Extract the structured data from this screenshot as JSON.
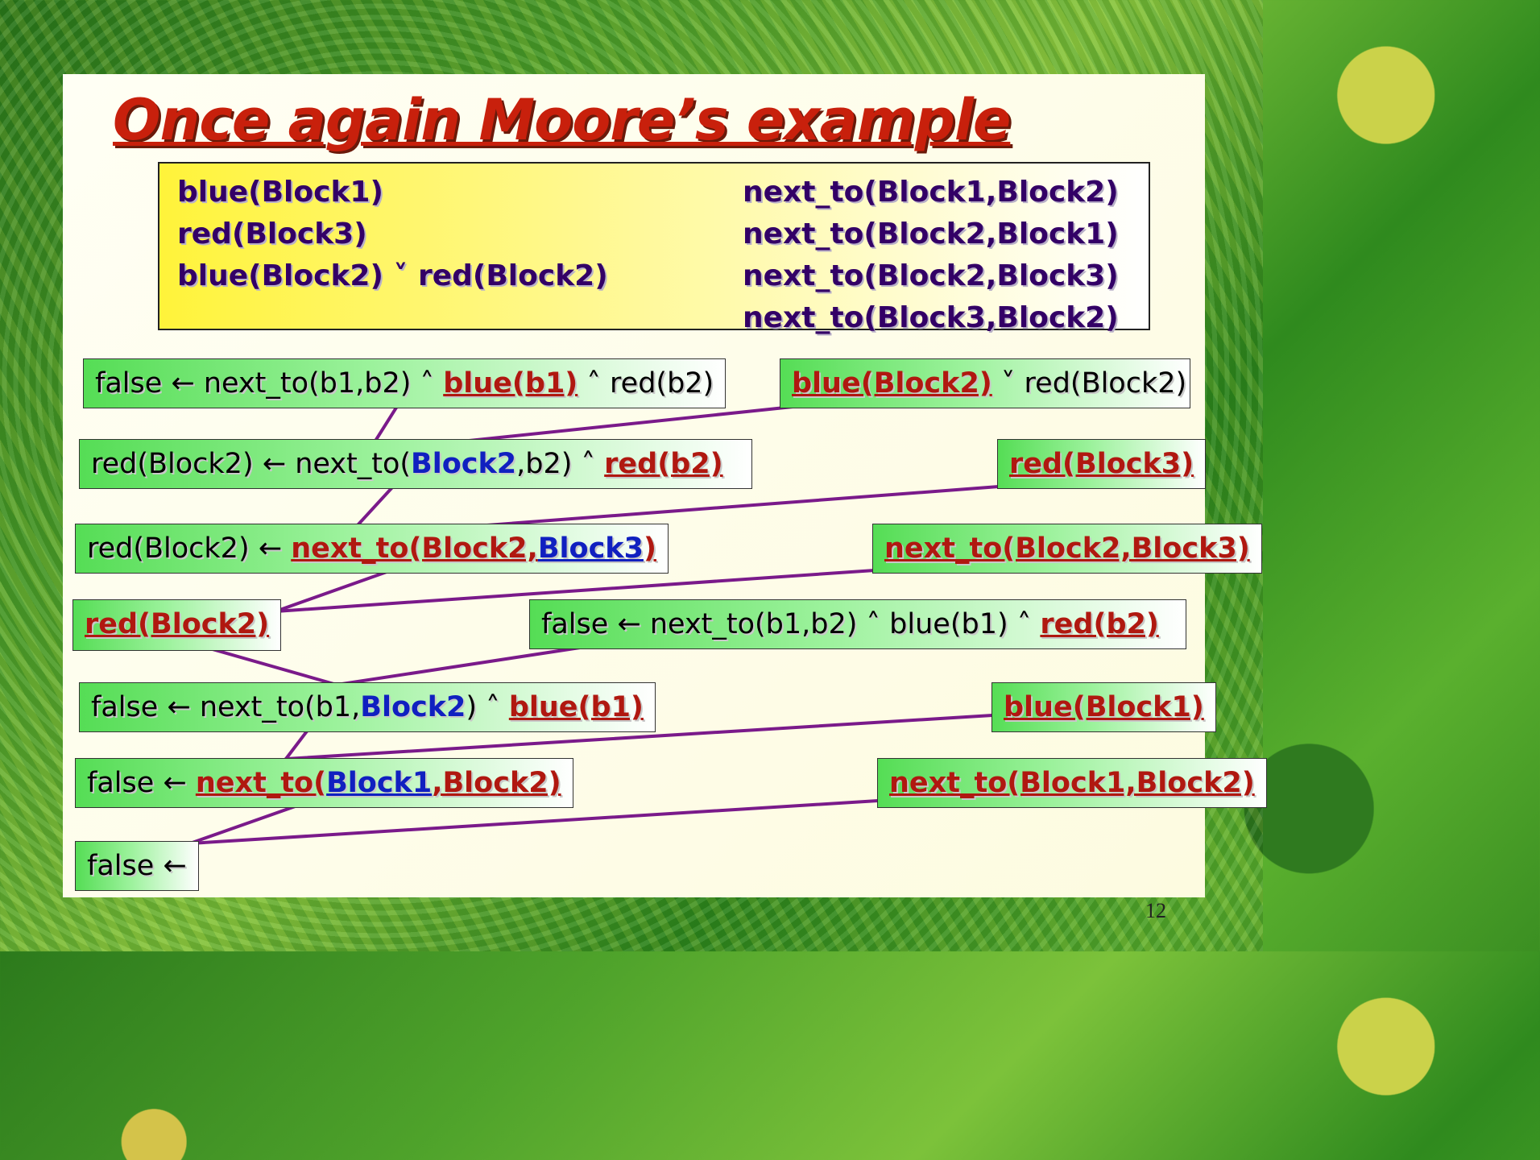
{
  "slide": {
    "title": "Once again Moore’s example",
    "page_number": "12"
  },
  "knowledge_base": {
    "left": [
      "blue(Block1)",
      "red(Block3)",
      "blue(Block2) ˅ red(Block2)"
    ],
    "right": [
      "next_to(Block1,Block2)",
      "next_to(Block2,Block1)",
      "next_to(Block2,Block3)",
      "next_to(Block3,Block2)"
    ]
  },
  "resolution_steps": [
    {
      "id": "clause1",
      "parts": [
        {
          "t": "false "
        },
        {
          "t": "←"
        },
        {
          "t": " next_to(b1,b2) ˄ "
        },
        {
          "t": "blue(b1)",
          "s": "u"
        },
        {
          "t": " ˄ red(b2)"
        }
      ]
    },
    {
      "id": "fact1",
      "parts": [
        {
          "t": "blue(Block2)",
          "s": "u"
        },
        {
          "t": " ˅ red(Block2)"
        }
      ]
    },
    {
      "id": "clause2",
      "parts": [
        {
          "t": "red(Block2) "
        },
        {
          "t": "←"
        },
        {
          "t": " next_to("
        },
        {
          "t": "Block2",
          "s": "b"
        },
        {
          "t": ",b2) ˄ "
        },
        {
          "t": "red(b2)",
          "s": "u"
        }
      ]
    },
    {
      "id": "fact2",
      "parts": [
        {
          "t": "red(Block3)",
          "s": "u"
        }
      ]
    },
    {
      "id": "clause3",
      "parts": [
        {
          "t": "red(Block2) "
        },
        {
          "t": "←"
        },
        {
          "t": " "
        },
        {
          "t": "next_to(Block2,",
          "s": "u"
        },
        {
          "t": "Block3",
          "s": "ub"
        },
        {
          "t": ")",
          "s": "u"
        }
      ]
    },
    {
      "id": "fact3",
      "parts": [
        {
          "t": "next_to(Block2,Block3)",
          "s": "u"
        }
      ]
    },
    {
      "id": "clause4",
      "parts": [
        {
          "t": "red(Block2)",
          "s": "u"
        }
      ]
    },
    {
      "id": "clause5",
      "parts": [
        {
          "t": "false "
        },
        {
          "t": "←"
        },
        {
          "t": " next_to(b1,b2) ˄ blue(b1) ˄ "
        },
        {
          "t": "red(b2)",
          "s": "u"
        }
      ]
    },
    {
      "id": "clause6",
      "parts": [
        {
          "t": "false "
        },
        {
          "t": "←"
        },
        {
          "t": " next_to(b1,"
        },
        {
          "t": "Block2",
          "s": "b"
        },
        {
          "t": ") ˄ "
        },
        {
          "t": "blue(b1)",
          "s": "u"
        }
      ]
    },
    {
      "id": "fact4",
      "parts": [
        {
          "t": "blue(Block1)",
          "s": "u"
        }
      ]
    },
    {
      "id": "clause7",
      "parts": [
        {
          "t": "false "
        },
        {
          "t": "←"
        },
        {
          "t": " "
        },
        {
          "t": "next_to(",
          "s": "u"
        },
        {
          "t": "Block1",
          "s": "ub"
        },
        {
          "t": ",Block2)",
          "s": "u"
        }
      ]
    },
    {
      "id": "fact5",
      "parts": [
        {
          "t": "next_to(Block1,Block2)",
          "s": "u"
        }
      ]
    },
    {
      "id": "clause8",
      "parts": [
        {
          "t": "false "
        },
        {
          "t": "←"
        }
      ]
    }
  ],
  "colors": {
    "title": "#c8200c",
    "link_lines": "#7a1a8a",
    "box_green": "#55dd55",
    "underlined_red": "#b01810",
    "constant_blue": "#1020c0",
    "kb_yellow": "#fff33a"
  }
}
